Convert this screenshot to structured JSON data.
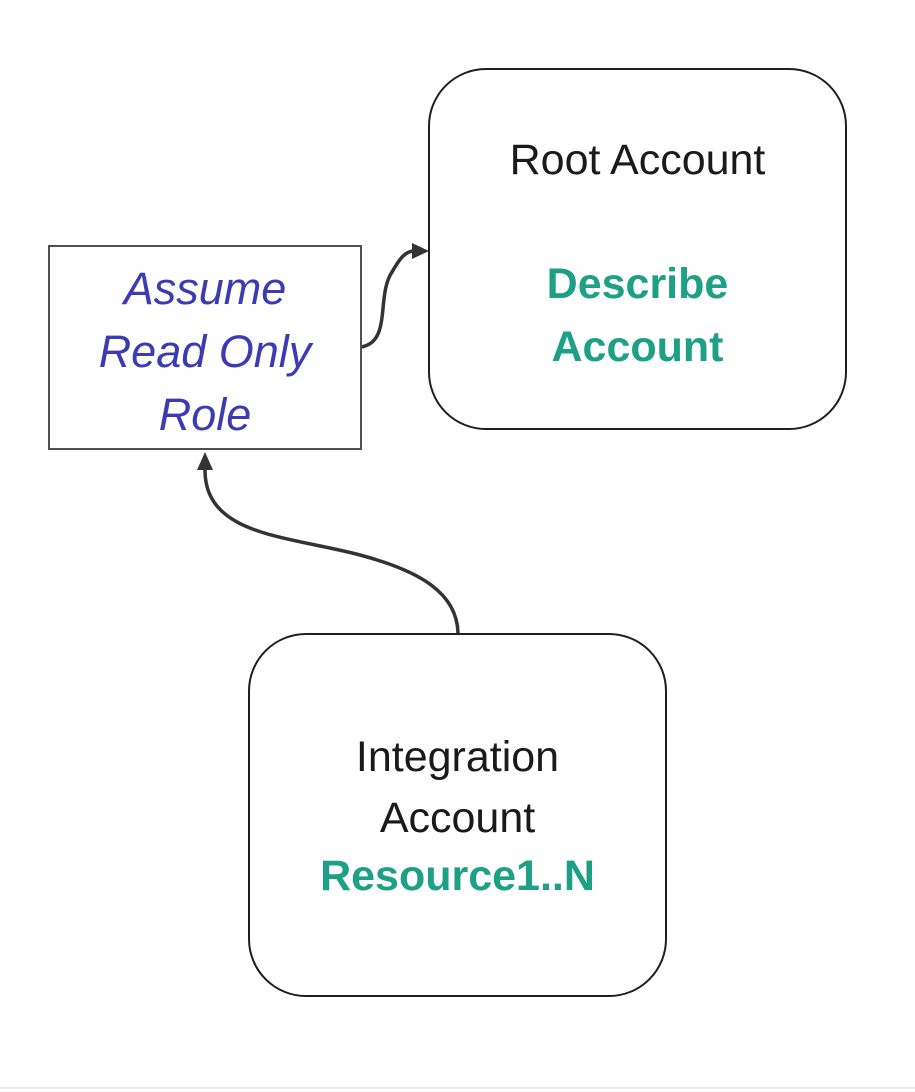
{
  "colors": {
    "canvas_bg": "#ffffff",
    "node_border": "#1f1f1f",
    "rect_border": "#4f4f4f",
    "edge_color": "#333333",
    "text_primary": "#1a1a1a",
    "accent_teal": "#1ea087",
    "accent_blue": "#3b3bb4",
    "footer_divider": "#e9e9e9"
  },
  "diagram": {
    "nodes": [
      {
        "id": "root-account",
        "shape": "rounded-rectangle",
        "title": "Root Account",
        "action": "Describe\nAccount"
      },
      {
        "id": "assume-read-only-role",
        "shape": "rectangle",
        "label": "Assume\nRead Only\nRole"
      },
      {
        "id": "integration-account",
        "shape": "rounded-rectangle",
        "title": "Integration\nAccount",
        "action": "Resource1..N"
      }
    ],
    "edges": [
      {
        "id": "assume-to-root",
        "from": "assume-read-only-role",
        "to": "root-account",
        "arrow": "right"
      },
      {
        "id": "integration-to-assume",
        "from": "integration-account",
        "to": "assume-read-only-role",
        "arrow": "up"
      }
    ]
  }
}
